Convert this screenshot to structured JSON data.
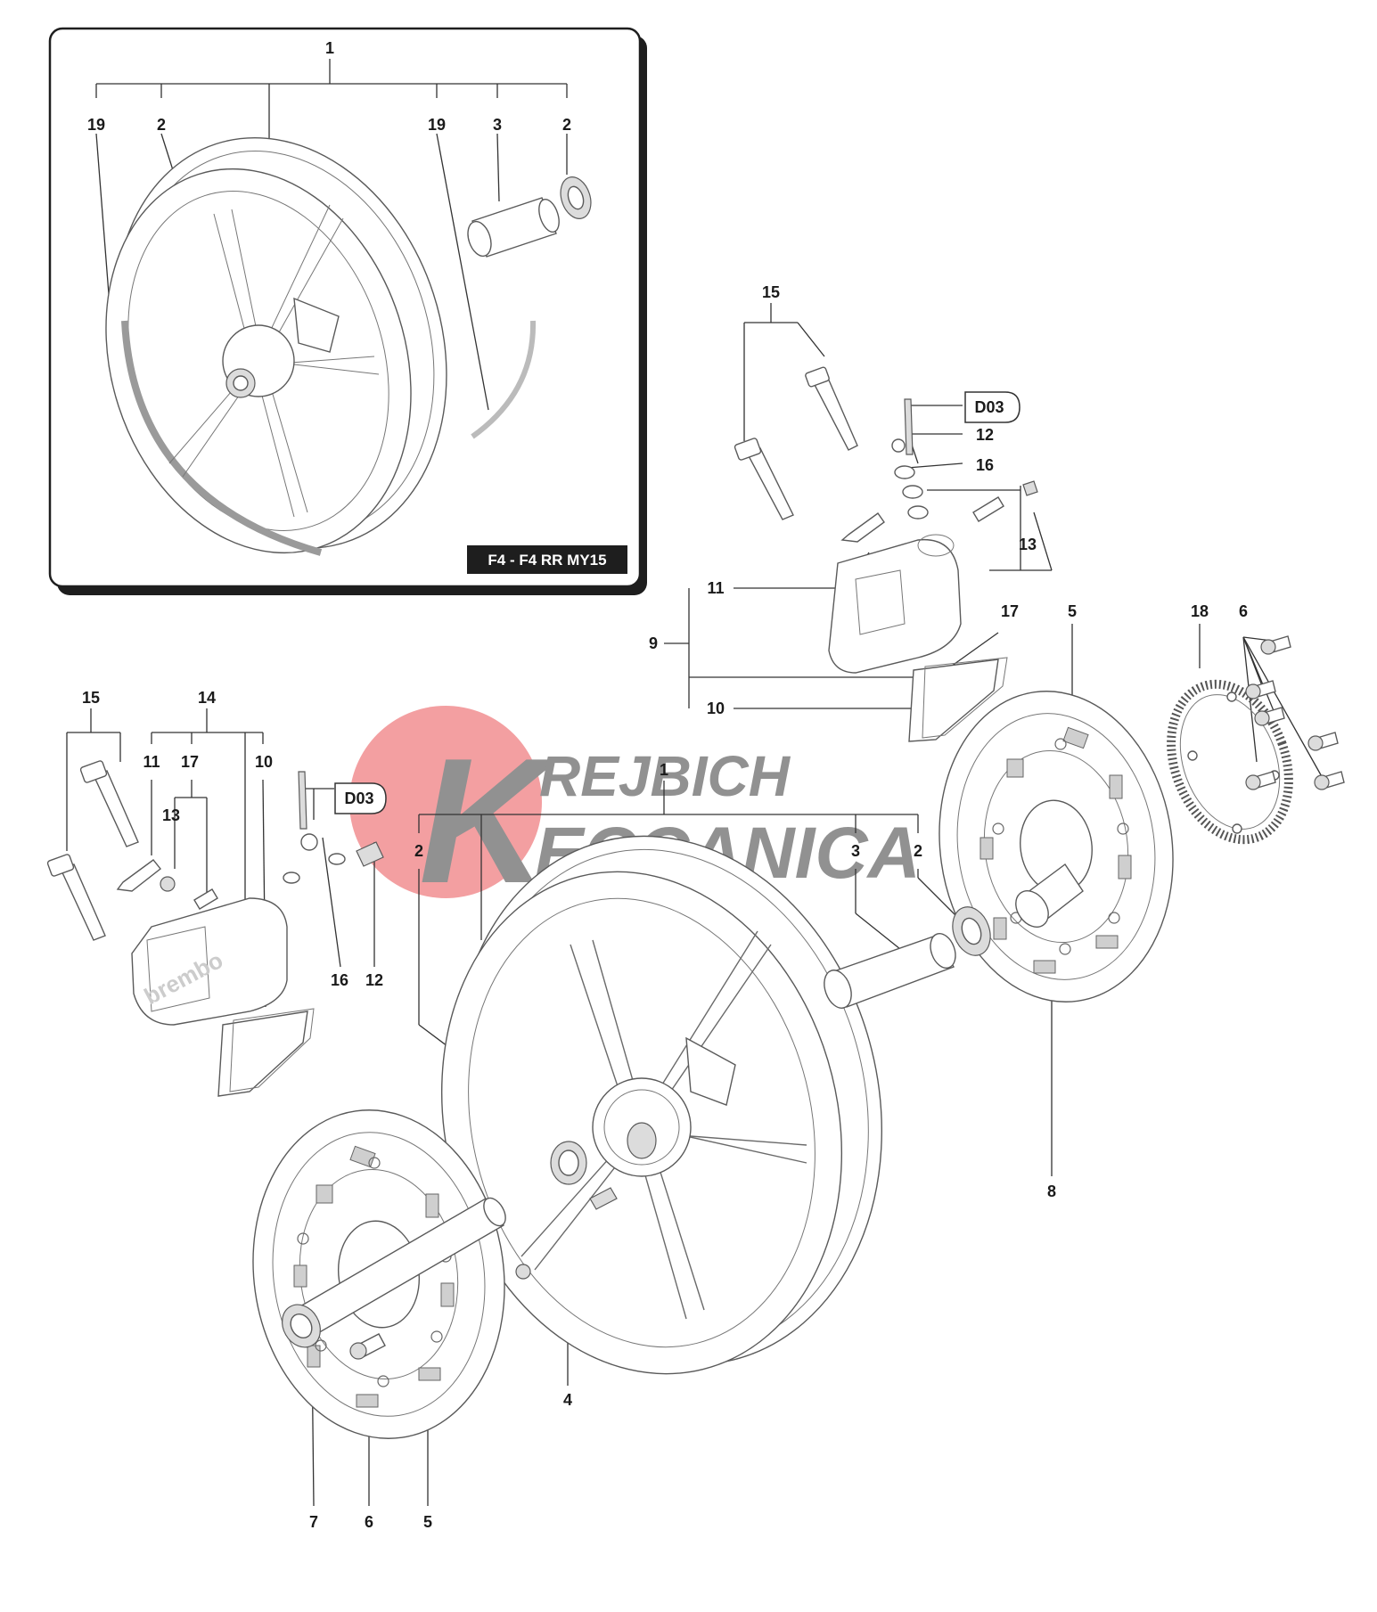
{
  "variant_badge": "F4 - F4 RR MY15",
  "references": {
    "d03": "D03"
  },
  "watermark": {
    "line1": "REJBICH",
    "line2": "ECCANICA",
    "letter": "K",
    "red": "#e8474b",
    "grey": "#8c8c8c"
  },
  "callouts": {
    "inset_1": "1",
    "inset_19a": "19",
    "inset_2a": "2",
    "inset_19b": "19",
    "inset_3": "3",
    "inset_2b": "2",
    "r_15": "15",
    "r_12": "12",
    "r_16": "16",
    "r_13": "13",
    "r_11": "11",
    "r_17": "17",
    "r_9": "9",
    "r_10": "10",
    "r_5": "5",
    "r_18": "18",
    "r_6": "6",
    "r_8": "8",
    "l_15": "15",
    "l_14": "14",
    "l_11": "11",
    "l_17": "17",
    "l_13": "13",
    "l_10": "10",
    "l_16": "16",
    "l_12": "12",
    "m_1": "1",
    "m_2a": "2",
    "m_3": "3",
    "m_2b": "2",
    "m_4": "4",
    "b_7": "7",
    "b_6": "6",
    "b_5": "5"
  }
}
